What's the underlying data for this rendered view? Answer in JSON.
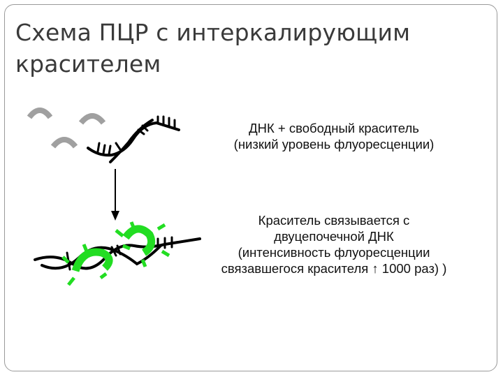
{
  "title": "Схема ПЦР с интеркалирующим красителем",
  "state1": {
    "lines": [
      "ДНК + свободный краситель",
      "(низкий уровень флуоресценции)"
    ]
  },
  "state2": {
    "lines": [
      "Краситель связывается с",
      "двуцепочечной ДНК",
      "(интенсивность флуоресценции",
      "связавшегося красителя ↑ 1000 раз) )"
    ]
  },
  "colors": {
    "dna": "#000000",
    "free_dye": "#a0a0a0",
    "bound_dye": "#22dd22",
    "border": "#9a9a9a",
    "title_text": "#3a3a3a"
  }
}
